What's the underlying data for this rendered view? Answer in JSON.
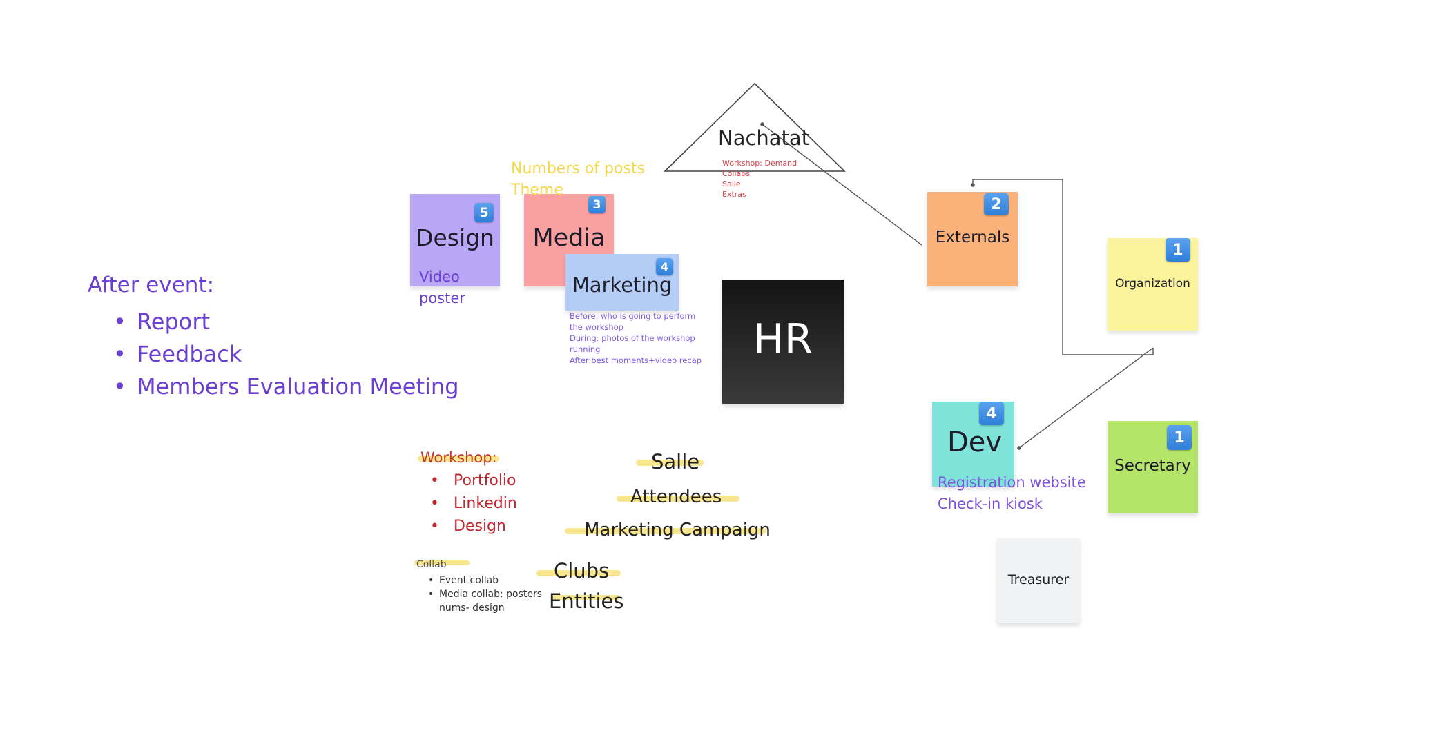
{
  "after_event": {
    "title": "After event:",
    "items": [
      "Report",
      "Feedback",
      "Members Evaluation Meeting"
    ]
  },
  "notes": {
    "design": {
      "label": "Design",
      "badge": "5",
      "color": "#b9a6f5",
      "sub": [
        "Video",
        "poster"
      ]
    },
    "media": {
      "label": "Media",
      "badge": "3",
      "color": "#f9a0a0"
    },
    "marketing": {
      "label": "Marketing",
      "badge": "4",
      "color": "#b3cdf7",
      "notes": [
        "Before: who is going to perform",
        "the workshop",
        "During: photos of the workshop",
        "running",
        "After:best moments+video recap"
      ]
    },
    "hr": {
      "label": "HR"
    },
    "externals": {
      "label": "Externals",
      "badge": "2",
      "color": "#fbb27a"
    },
    "organization": {
      "label": "Organization",
      "badge": "1",
      "color": "#fbf49c"
    },
    "dev": {
      "label": "Dev",
      "badge": "4",
      "color": "#7fe3da",
      "sub": [
        "Registration website",
        "Check-in kiosk"
      ]
    },
    "secretary": {
      "label": "Secretary",
      "badge": "1",
      "color": "#b5e46a"
    },
    "treasurer": {
      "label": "Treasurer",
      "color": "#f1f2f4"
    }
  },
  "media_notes": [
    "Numbers of posts",
    "Theme"
  ],
  "nachatat": {
    "title": "Nachatat",
    "items": [
      "Workshop: Demand",
      "Collabs",
      "Salle",
      "Extras"
    ]
  },
  "workshop": {
    "title": "Workshop:",
    "items": [
      "Portfolio",
      "Linkedin",
      "Design"
    ]
  },
  "collab": {
    "title": "Collab",
    "items": [
      "Event collab",
      "Media collab: posters",
      "nums- design"
    ]
  },
  "keywords": [
    "Salle",
    "Attendees",
    "Marketing Campaign",
    "Clubs",
    "Entities"
  ]
}
